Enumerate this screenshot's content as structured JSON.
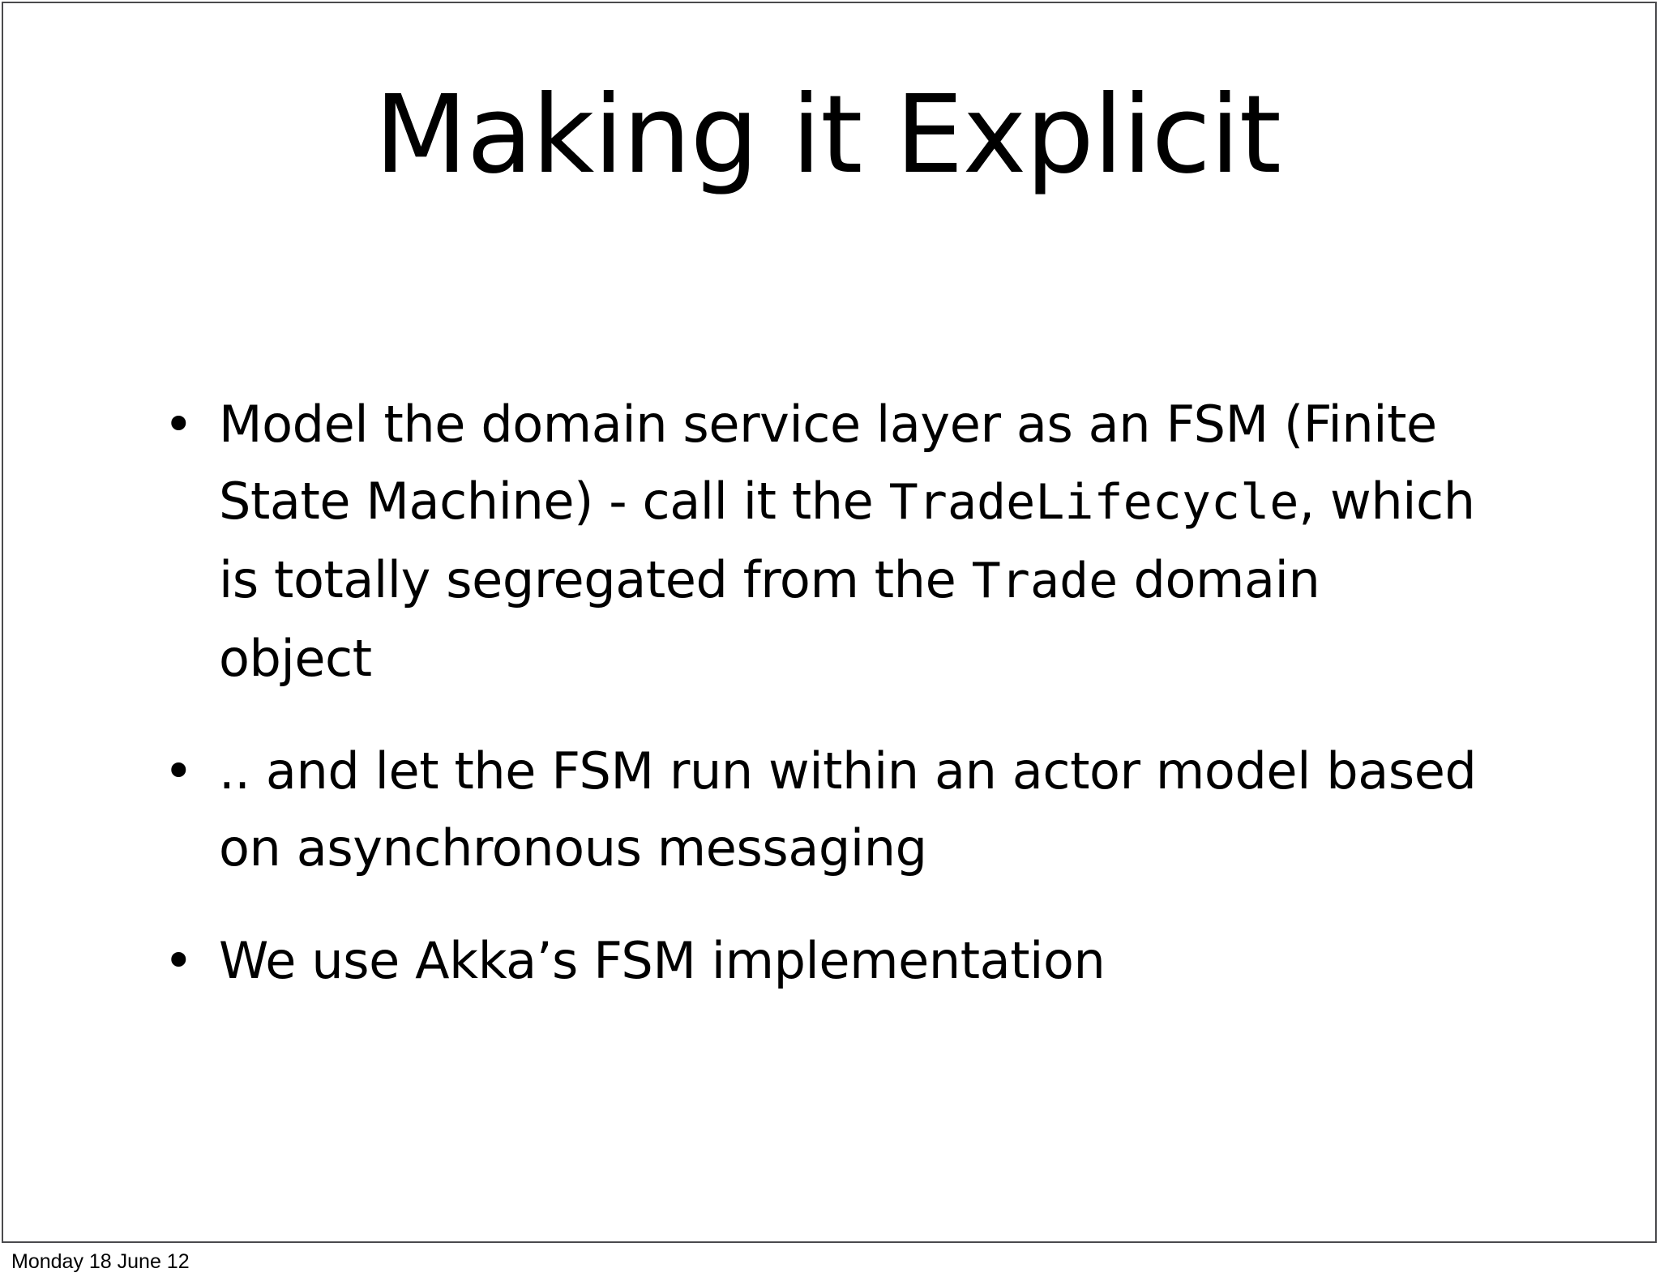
{
  "slide": {
    "title": "Making it Explicit",
    "bullets": [
      {
        "marker": "•",
        "segments": [
          {
            "type": "text",
            "value": "Model the domain service layer as an FSM (Finite State Machine) - call it the "
          },
          {
            "type": "code",
            "value": "TradeLifecycle"
          },
          {
            "type": "text",
            "value": ", which is totally segregated from the "
          },
          {
            "type": "code",
            "value": "Trade"
          },
          {
            "type": "text",
            "value": " domain object"
          }
        ],
        "plain": "Model the domain service layer as an FSM (Finite State Machine) - call it the TradeLifecycle, which is totally segregated from the Trade domain object"
      },
      {
        "marker": "•",
        "segments": [
          {
            "type": "text",
            "value": ".. and let the FSM run within an actor model based on asynchronous messaging"
          }
        ],
        "plain": ".. and let the FSM run within an actor model based on asynchronous messaging"
      },
      {
        "marker": "•",
        "segments": [
          {
            "type": "text",
            "value": "We use Akka’s FSM implementation"
          }
        ],
        "plain": "We use Akka’s FSM implementation"
      }
    ]
  },
  "footer": {
    "date": "Monday 18 June 12"
  },
  "colors": {
    "background": "#ffffff",
    "text": "#000000",
    "slide_border": "#4a4a4d"
  }
}
